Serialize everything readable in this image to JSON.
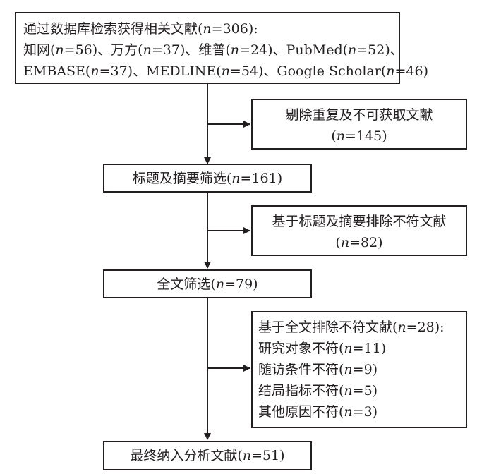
{
  "boxes": {
    "search": {
      "lines": [
        [
          {
            "t": "通过数据库检索获得相关文献("
          },
          {
            "t": "n",
            "i": true
          },
          {
            "t": "=306):"
          }
        ],
        [
          {
            "t": "知网("
          },
          {
            "t": "n",
            "i": true
          },
          {
            "t": "=56)、万方("
          },
          {
            "t": "n",
            "i": true
          },
          {
            "t": "=37)、维普("
          },
          {
            "t": "n",
            "i": true
          },
          {
            "t": "=24)、PubMed("
          },
          {
            "t": "n",
            "i": true
          },
          {
            "t": "=52)、"
          }
        ],
        [
          {
            "t": "EMBASE("
          },
          {
            "t": "n",
            "i": true
          },
          {
            "t": "=37)、MEDLINE("
          },
          {
            "t": "n",
            "i": true
          },
          {
            "t": "=54)、Google Scholar("
          },
          {
            "t": "n",
            "i": true
          },
          {
            "t": "=46)"
          }
        ]
      ]
    },
    "excl_dup": {
      "lines": [
        [
          {
            "t": "剔除重复及不可获取文献"
          }
        ],
        [
          {
            "t": "("
          },
          {
            "t": "n",
            "i": true
          },
          {
            "t": "=145)"
          }
        ]
      ]
    },
    "title_screen": {
      "lines": [
        [
          {
            "t": "标题及摘要筛选("
          },
          {
            "t": "n",
            "i": true
          },
          {
            "t": "=161)"
          }
        ]
      ]
    },
    "excl_title": {
      "lines": [
        [
          {
            "t": "基于标题及摘要排除不符文献"
          }
        ],
        [
          {
            "t": "("
          },
          {
            "t": "n",
            "i": true
          },
          {
            "t": "=82)"
          }
        ]
      ]
    },
    "fulltext": {
      "lines": [
        [
          {
            "t": "全文筛选("
          },
          {
            "t": "n",
            "i": true
          },
          {
            "t": "=79)"
          }
        ]
      ]
    },
    "excl_full": {
      "lines": [
        [
          {
            "t": "基于全文排除不符文献("
          },
          {
            "t": "n",
            "i": true
          },
          {
            "t": "=28):"
          }
        ],
        [
          {
            "t": "研究对象不符("
          },
          {
            "t": "n",
            "i": true
          },
          {
            "t": "=11)"
          }
        ],
        [
          {
            "t": "随访条件不符("
          },
          {
            "t": "n",
            "i": true
          },
          {
            "t": "=9)"
          }
        ],
        [
          {
            "t": "结局指标不符("
          },
          {
            "t": "n",
            "i": true
          },
          {
            "t": "=5)"
          }
        ],
        [
          {
            "t": "其他原因不符("
          },
          {
            "t": "n",
            "i": true
          },
          {
            "t": "=3)"
          }
        ]
      ]
    },
    "final": {
      "lines": [
        [
          {
            "t": "最终纳入分析文献("
          },
          {
            "t": "n",
            "i": true
          },
          {
            "t": "=51)"
          }
        ]
      ]
    }
  },
  "colors": {
    "stroke": "#231f20",
    "background": "#ffffff"
  }
}
